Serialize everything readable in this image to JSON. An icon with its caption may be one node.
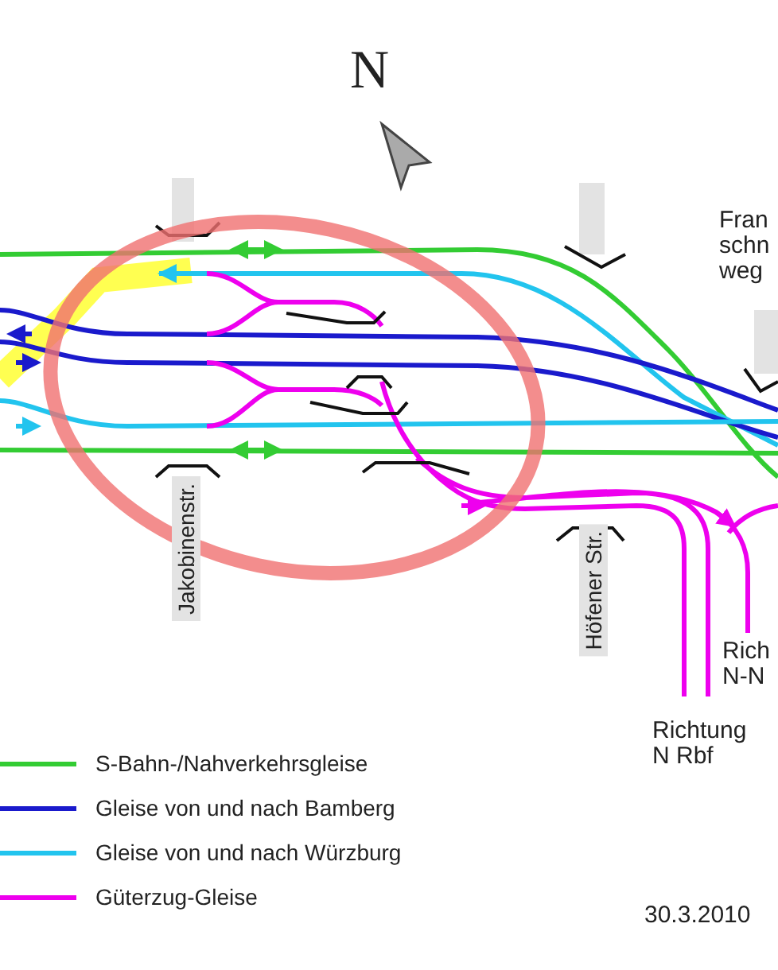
{
  "diagram": {
    "labels": [
      "N",
      "Jakobinenstr.",
      "Höfener Str.",
      "Fran schn weg",
      "Rich N-N",
      "Richtung N Rbf",
      "30.3.2010"
    ],
    "legend": [
      {
        "text": "S-Bahn-/Nahverkehrsgleise"
      },
      {
        "text": "Gleise von und nach Bamberg"
      },
      {
        "text": "Gleise von und nach Würzburg"
      },
      {
        "text": "Güterzug-Gleise"
      }
    ]
  }
}
